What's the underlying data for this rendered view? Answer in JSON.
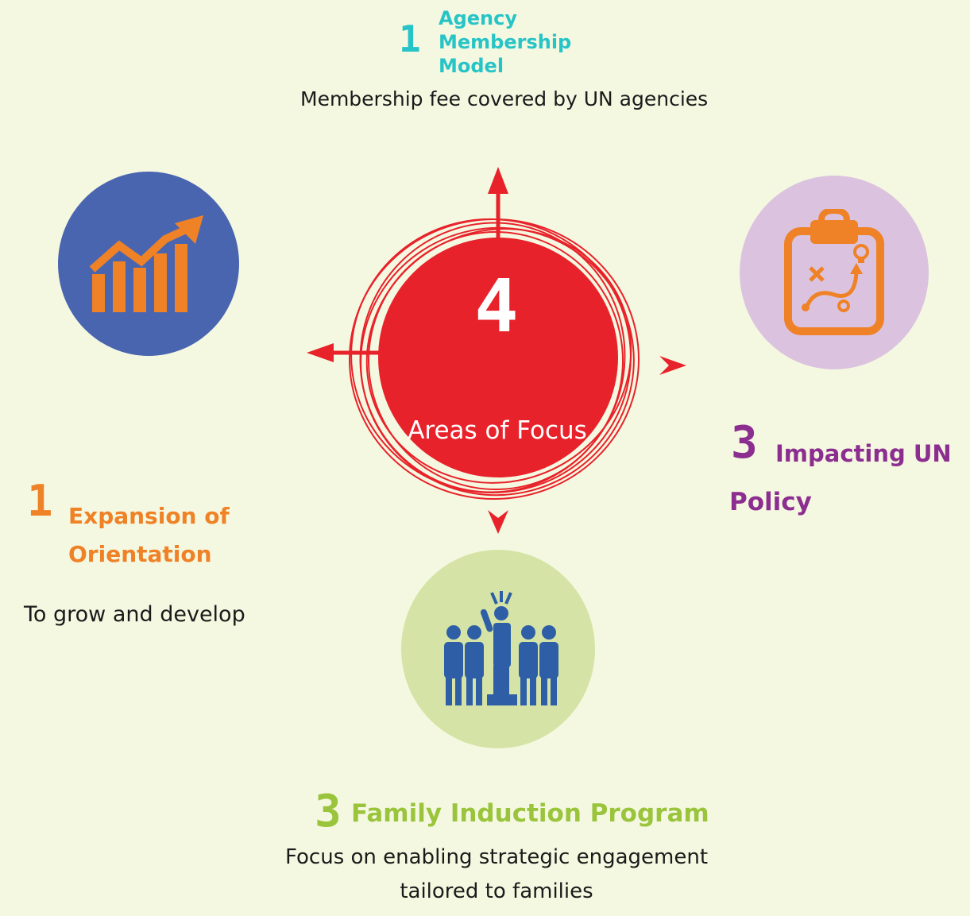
{
  "colors": {
    "background": "#f5f8e1",
    "teal": "#27c4c7",
    "orange": "#ef8226",
    "purple": "#8c2e8f",
    "green": "#9ac43c",
    "red": "#e8222a",
    "blue": "#4a65b0",
    "lavender": "#dbc3e0",
    "light_green": "#d5e4a6"
  },
  "top": {
    "number": "1",
    "title_lines": [
      "Agency",
      "Membership",
      "Model"
    ],
    "description": "Membership fee covered by UN agencies"
  },
  "left": {
    "number": "1",
    "title_lines": [
      "Expansion of",
      "Orientation"
    ],
    "description": "To grow and develop",
    "icon": "growth-chart-icon"
  },
  "right": {
    "number": "3",
    "title_line1": "Impacting UN",
    "title_line2": "Policy",
    "icon": "strategy-clipboard-icon"
  },
  "bottom": {
    "number": "3",
    "title": "Family Induction Program",
    "description_lines": [
      "Focus on enabling strategic engagement",
      "tailored to families"
    ],
    "icon": "team-leader-icon"
  },
  "center": {
    "number": "4",
    "label": "Areas of Focus"
  }
}
